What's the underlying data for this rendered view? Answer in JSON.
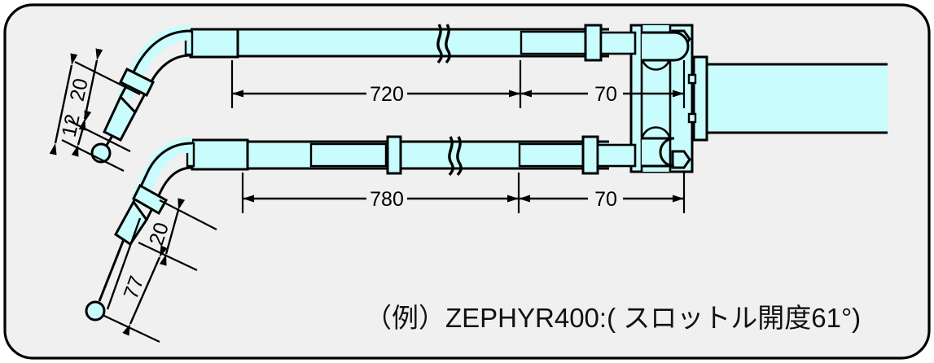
{
  "figure": {
    "title_caption": "（例）ZEPHYR400:( スロットル開度61°)",
    "background_color": "#f0f0f0",
    "border_color": "#000000",
    "cable_fill_color": "#c9fcfc",
    "line_color": "#000000",
    "type": "technical-drawing",
    "subject": "motorcycle-throttle-cable-assembly"
  },
  "dimensions": {
    "upper_cable": {
      "main_length": "720",
      "end_length": "70",
      "grip_offset": "20",
      "nipple_length": "12"
    },
    "lower_cable": {
      "main_length": "780",
      "end_length": "70",
      "grip_offset": "20",
      "nipple_length": "77"
    }
  },
  "labels": {
    "d720": "720",
    "d70_upper": "70",
    "d780": "780",
    "d70_lower": "70",
    "d20_upper": "20",
    "d12_upper": "12",
    "d20_lower": "20",
    "d77_lower": "77"
  }
}
